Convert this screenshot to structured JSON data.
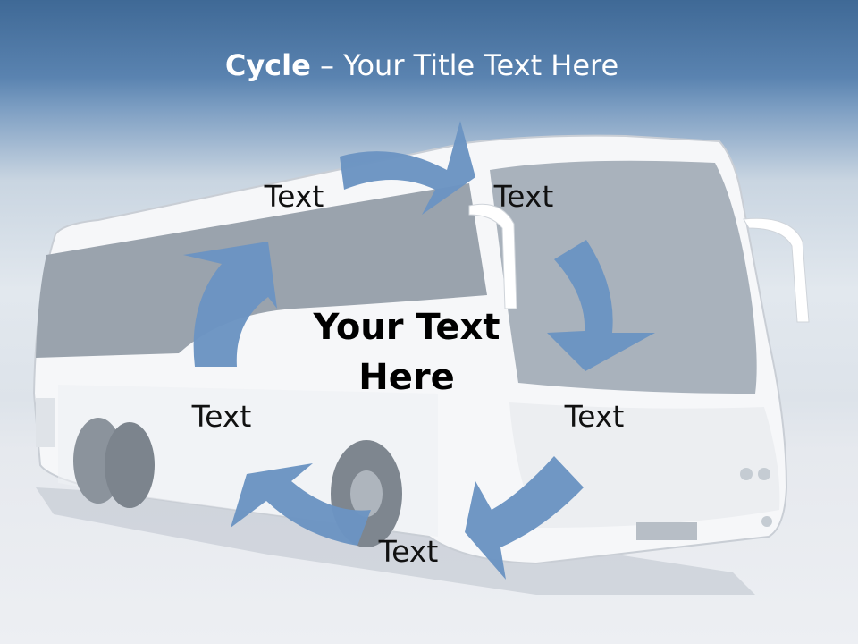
{
  "slide": {
    "title_bold": "Cycle",
    "title_rest": " – Your Title Text Here",
    "center_line1": "Your Text",
    "center_line2": "Here"
  },
  "cycle": {
    "nodes": [
      {
        "label": "Text"
      },
      {
        "label": "Text"
      },
      {
        "label": "Text"
      },
      {
        "label": "Text"
      },
      {
        "label": "Text"
      }
    ],
    "arrow_color": "#6b94c2"
  },
  "background": {
    "picture": "bus-icon",
    "title_band_color": "#4a74a3"
  }
}
